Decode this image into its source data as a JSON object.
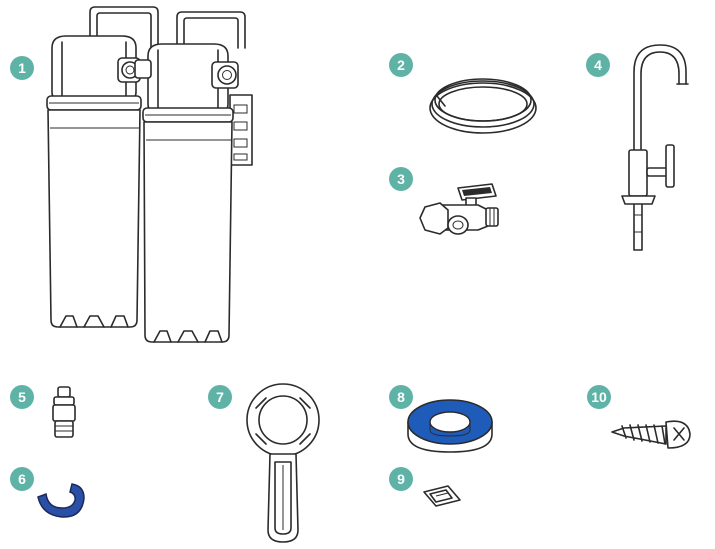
{
  "colors": {
    "badge": "#5fb3a6",
    "badge_text": "#ffffff",
    "outline": "#2b2b2b",
    "tape_blue": "#1f5bb8",
    "clip_blue": "#2a4fa6"
  },
  "badges": {
    "b1": "1",
    "b2": "2",
    "b3": "3",
    "b4": "4",
    "b5": "5",
    "b6": "6",
    "b7": "7",
    "b8": "8",
    "b9": "9",
    "b10": "10"
  },
  "icons": {
    "filter_housings": "dual-filter-housing-icon",
    "tubing": "tubing-coil-icon",
    "valve": "feed-valve-icon",
    "faucet": "faucet-icon",
    "fitting": "quick-connect-fitting-icon",
    "clip": "locking-clip-icon",
    "wrench": "housing-wrench-icon",
    "tape": "ptfe-tape-icon",
    "blade": "razor-blade-icon",
    "screw": "wood-screw-icon"
  }
}
